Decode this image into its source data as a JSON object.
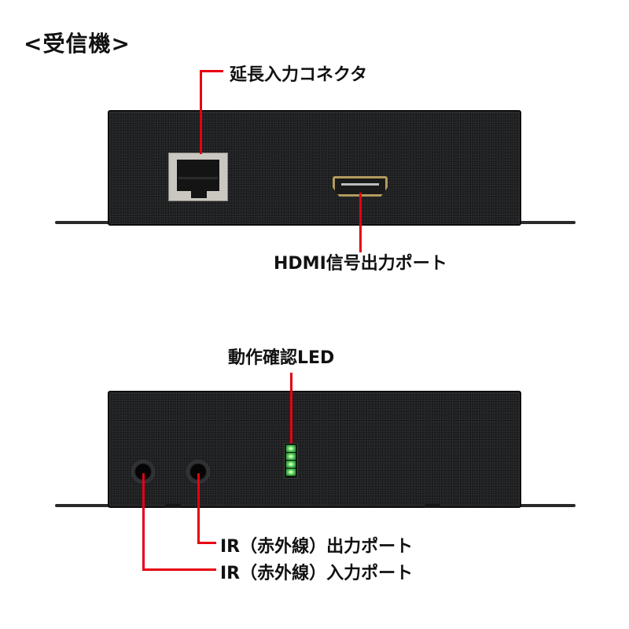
{
  "title": "<受信機>",
  "front_panel": {
    "labels": {
      "extension_input": "延長入力コネクタ",
      "hdmi_output": "HDMI信号出力ポート"
    }
  },
  "rear_panel": {
    "labels": {
      "status_led": "動作確認LED",
      "ir_output": "IR（赤外線）出力ポート",
      "ir_input": "IR（赤外線）入力ポート"
    },
    "led_count": 4
  },
  "colors": {
    "callout_line": "#e60012",
    "device_body": "#1e1f21",
    "led_green": "#5ed15e"
  }
}
